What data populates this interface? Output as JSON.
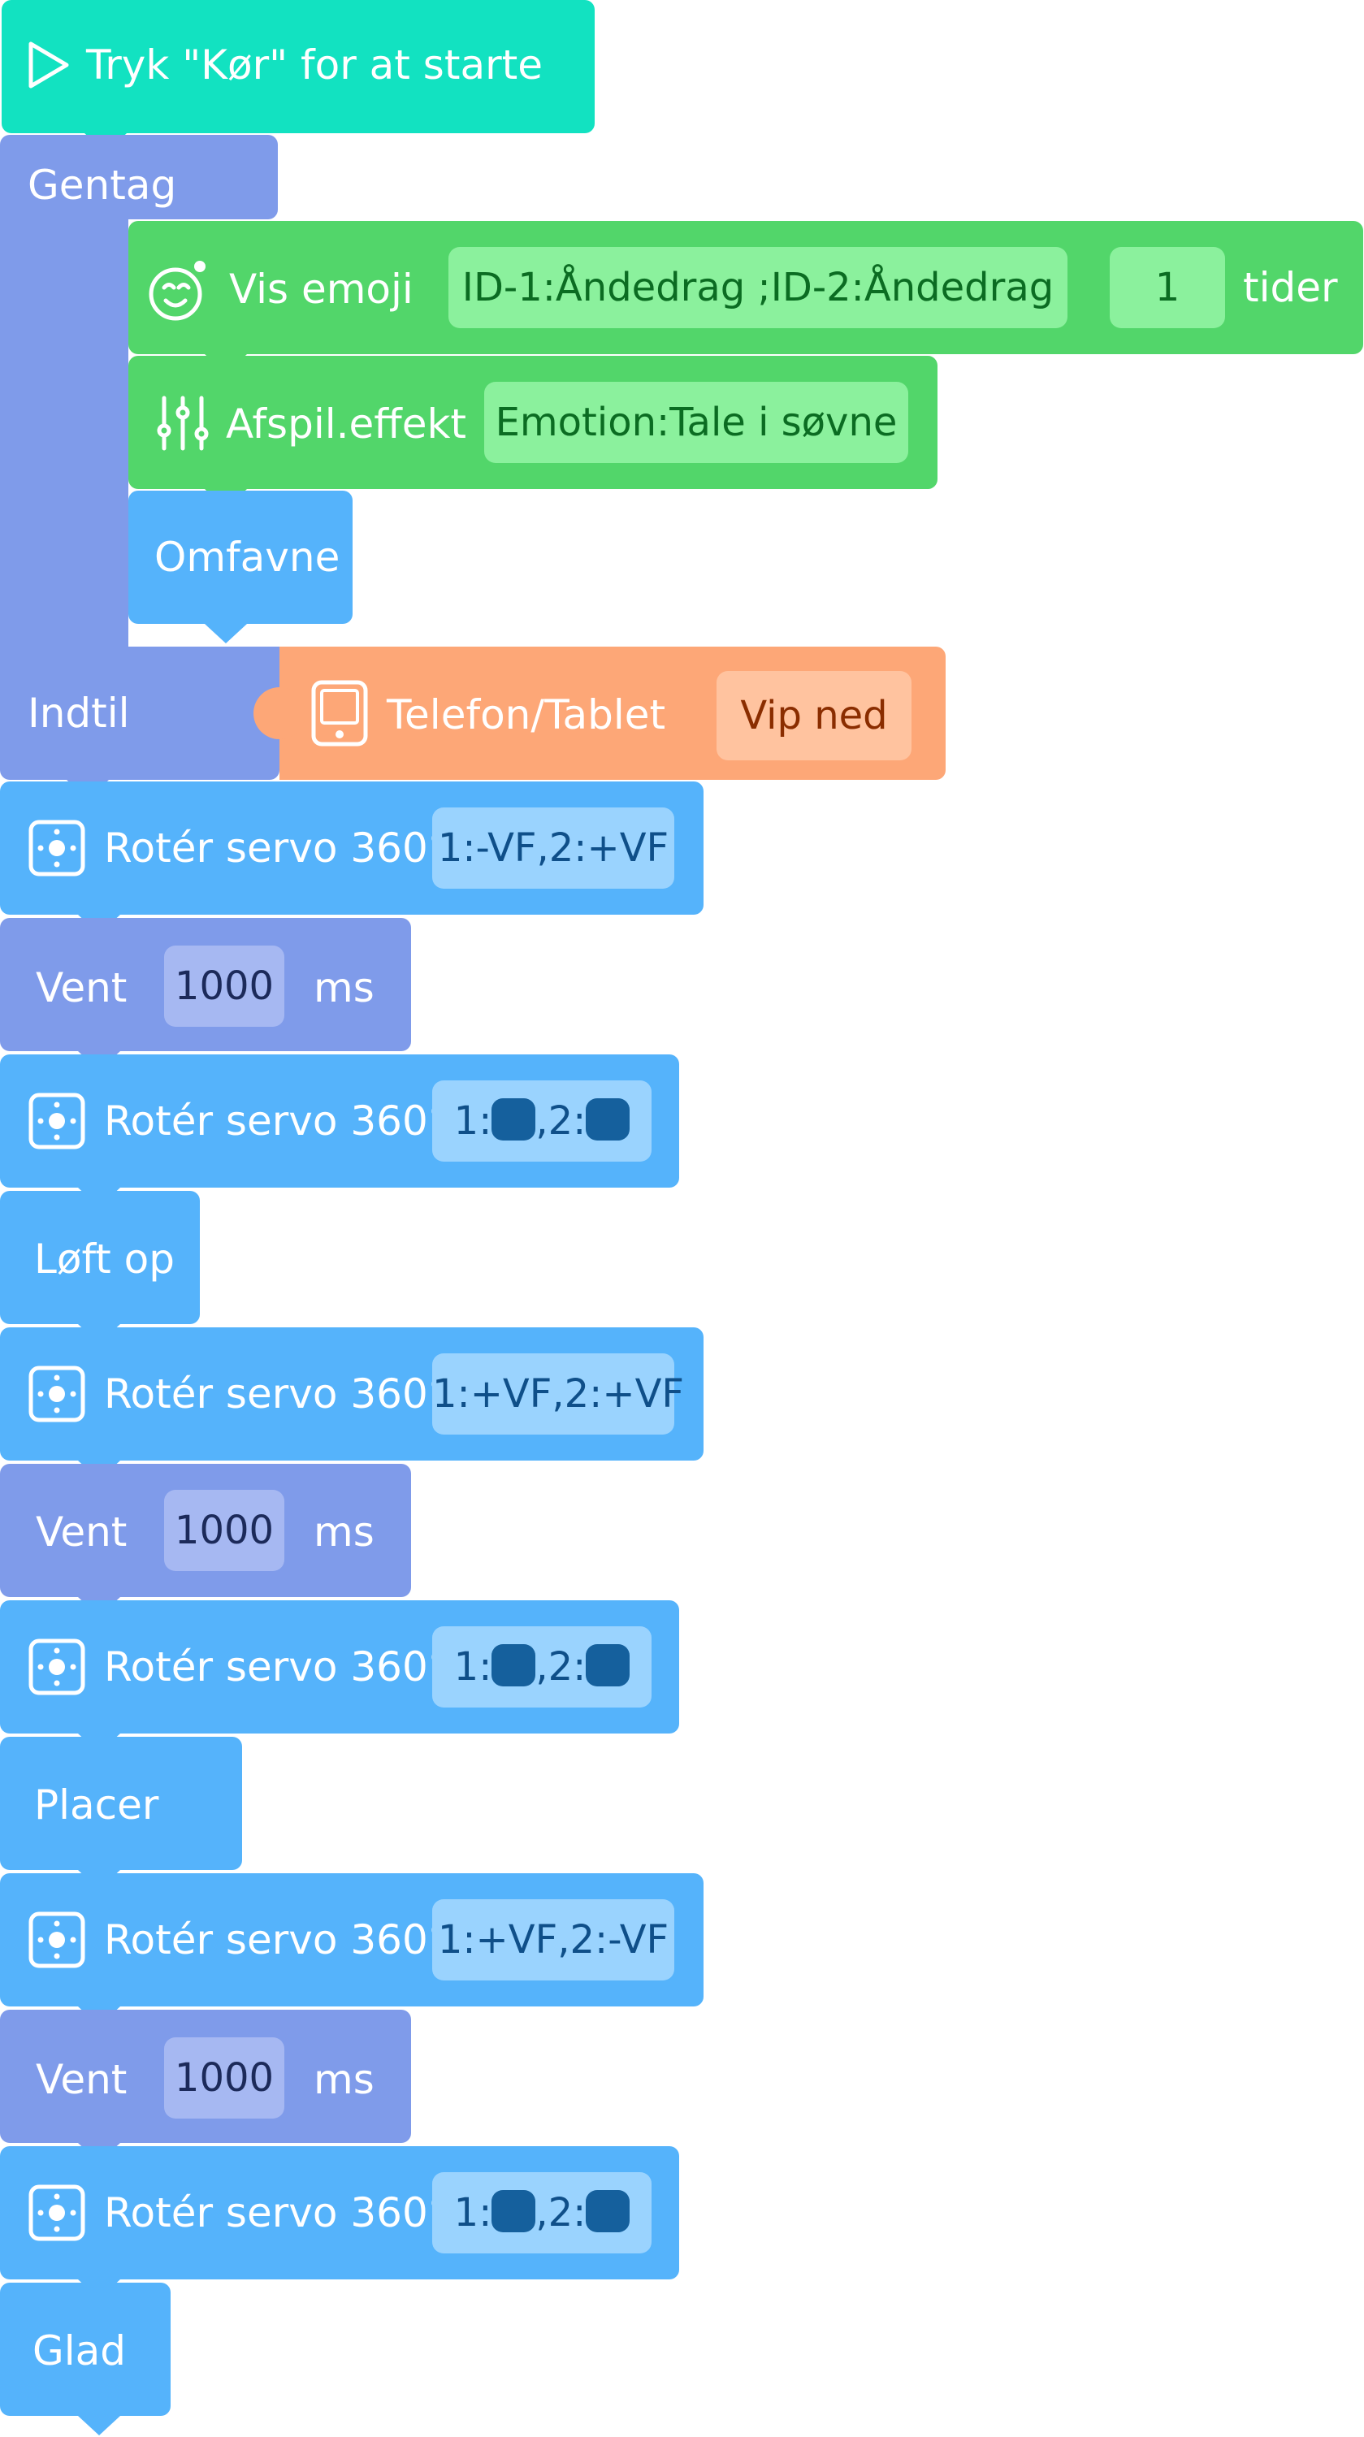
{
  "palette": {
    "start": "#12e2c1",
    "control": "#7f9bea",
    "green": "#52d66a",
    "blue": "#55b3fb",
    "orange": "#fda777"
  },
  "start_block": {
    "label": "Tryk \"Kør\" for at starte",
    "icon": "play-icon"
  },
  "repeat_block": {
    "label": "Gentag",
    "until_label": "Indtil",
    "body": {
      "show_emoji": {
        "label": "Vis emoji",
        "icon": "emoji-robot-icon",
        "value": "ID-1:Åndedrag ;ID-2:Åndedrag",
        "count": "1",
        "suffix": "tider"
      },
      "play_effect": {
        "label": "Afspil.effekt",
        "icon": "sliders-icon",
        "value": "Emotion:Tale i søvne"
      },
      "hug": {
        "label": "Omfavne"
      }
    },
    "condition": {
      "label": "Telefon/Tablet",
      "icon": "tablet-icon",
      "value": "Vip ned"
    }
  },
  "sequence": [
    {
      "type": "servo",
      "label": "Rotér servo 360°",
      "icon": "servo-icon",
      "value": "1:-VF,2:+VF"
    },
    {
      "type": "wait",
      "label": "Vent",
      "value": "1000",
      "unit": "ms"
    },
    {
      "type": "servo",
      "label": "Rotér servo 360°",
      "icon": "servo-icon",
      "value_prefix1": "1:",
      "value_prefix2": ",2:"
    },
    {
      "type": "action",
      "label": "Løft op"
    },
    {
      "type": "servo",
      "label": "Rotér servo 360°",
      "icon": "servo-icon",
      "value": "1:+VF,2:+VF"
    },
    {
      "type": "wait",
      "label": "Vent",
      "value": "1000",
      "unit": "ms"
    },
    {
      "type": "servo",
      "label": "Rotér servo 360°",
      "icon": "servo-icon",
      "value_prefix1": "1:",
      "value_prefix2": ",2:"
    },
    {
      "type": "action",
      "label": "Placer"
    },
    {
      "type": "servo",
      "label": "Rotér servo 360°",
      "icon": "servo-icon",
      "value": "1:+VF,2:-VF"
    },
    {
      "type": "wait",
      "label": "Vent",
      "value": "1000",
      "unit": "ms"
    },
    {
      "type": "servo",
      "label": "Rotér servo 360°",
      "icon": "servo-icon",
      "value_prefix1": "1:",
      "value_prefix2": ",2:"
    },
    {
      "type": "action",
      "label": "Glad"
    }
  ]
}
